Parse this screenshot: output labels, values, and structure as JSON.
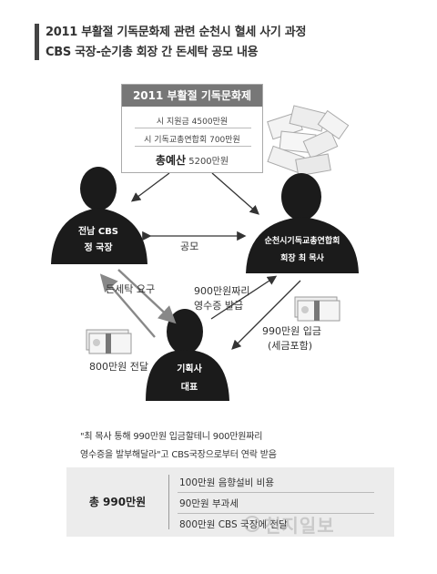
{
  "title": {
    "line1": "2011 부활절 기독문화제 관련 순천시 혈세 사기 과정",
    "line2": "CBS 국장-순기총 회장 간 돈세탁 공모 내용"
  },
  "event_box": {
    "heading": "2011 부활절 기독문화제",
    "line1": "시 지원금  4500만원",
    "line2": "시 기독교총연합회 700만원",
    "total_label": "총예산",
    "total_value": "5200만원"
  },
  "people": {
    "cbs": {
      "line1": "전남 CBS",
      "line2": "정 국장"
    },
    "assoc": {
      "line1": "순천시기독교총연합회",
      "line2": "회장 최 목사"
    },
    "planner": {
      "line1": "기획사",
      "line2": "대표"
    }
  },
  "flows": {
    "conspiracy": "공모",
    "laundering_request": "돈세탁 요구",
    "receipt_line1": "900만원짜리",
    "receipt_line2": "영수증 발급",
    "deposit_line1": "990만원 입금",
    "deposit_line2": "(세금포함)",
    "delivery": "800만원 전달"
  },
  "quote": {
    "line1": "\"최 목사 통해 990만원 입금할테니 900만원짜리",
    "line2": "영수증을 발부해달라\"고 CBS국장으로부터 연락 받음"
  },
  "summary": {
    "total": "총 990만원",
    "items": [
      "100만원 음향설비 비용",
      "90만원 부과세",
      "800만원 CBS 국장에 전달"
    ]
  },
  "watermark": "천지일보",
  "colors": {
    "header_bg": "#777777",
    "summary_bg": "#ececec",
    "figure": "#1b1b1b",
    "arrow": "#333333"
  },
  "icons": [
    "money-bundle-icon",
    "cash-pile-icon",
    "person-silhouette-icon"
  ]
}
